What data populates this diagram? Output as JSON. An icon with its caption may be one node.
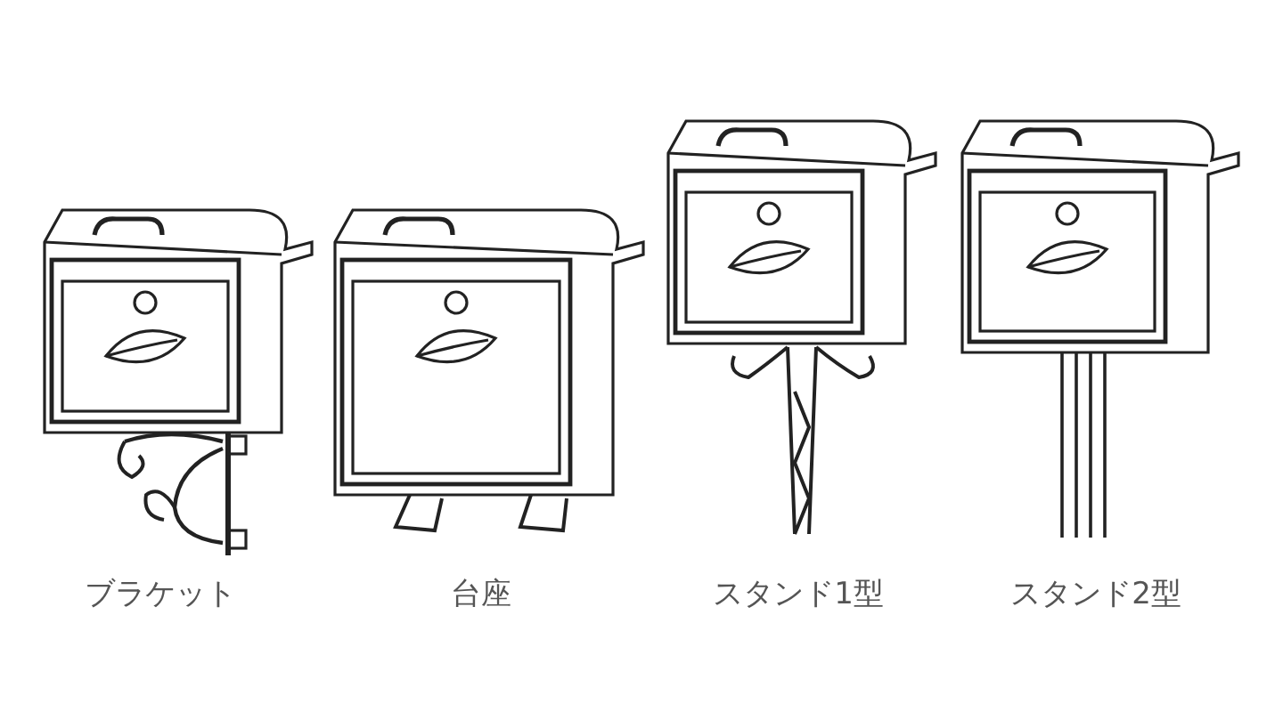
{
  "diagram": {
    "labels": [
      "ブラケット",
      "台座",
      "スタンド1型",
      "スタンド2型"
    ]
  }
}
